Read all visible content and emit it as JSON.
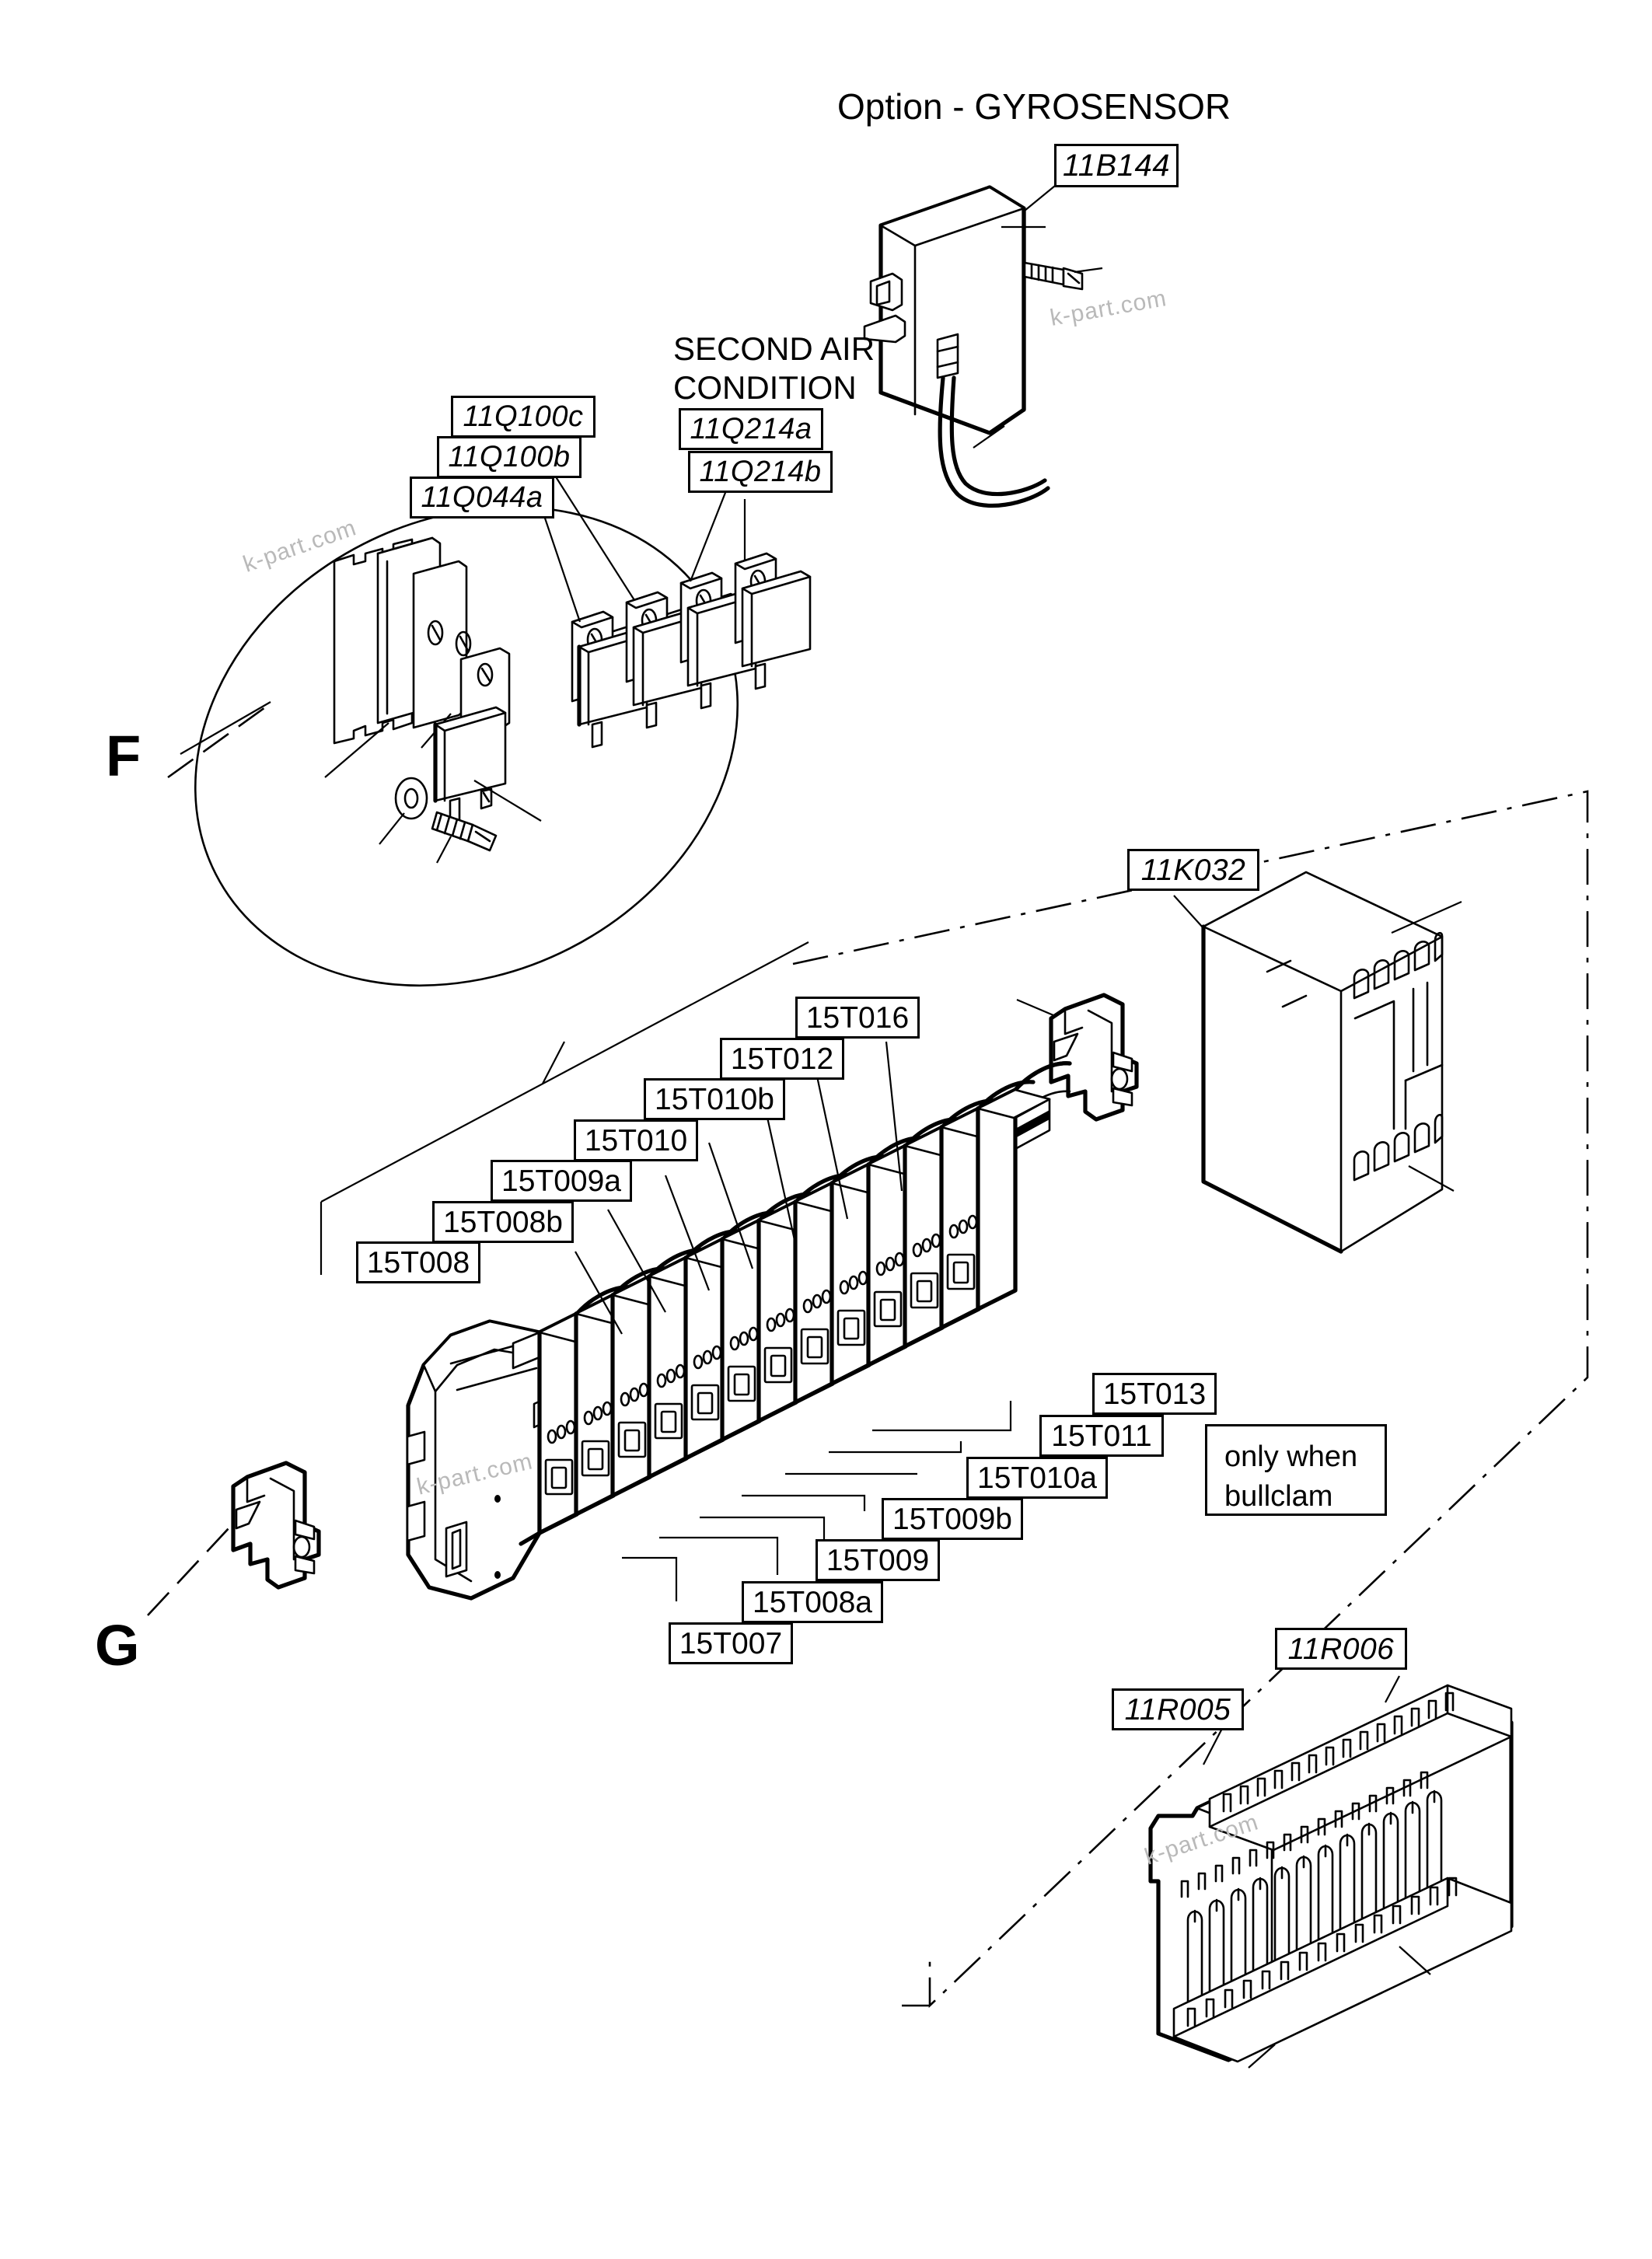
{
  "diagram": {
    "title": "Option - GYROSENSOR",
    "section_title_line1": "SECOND AIR",
    "section_title_line2": "CONDITION",
    "note_line1": "only when",
    "note_line2": "bullclam",
    "detail_marker_f": "F",
    "detail_marker_g": "G",
    "watermark": "k-part.com",
    "line_color": "#000000",
    "background": "#ffffff"
  },
  "callouts": {
    "gyrosensor": [
      {
        "id": "11B144",
        "style": "italic"
      }
    ],
    "second_air_condition": [
      {
        "id": "11Q100c",
        "style": "italic"
      },
      {
        "id": "11Q100b",
        "style": "italic"
      },
      {
        "id": "11Q044a",
        "style": "italic"
      },
      {
        "id": "11Q214a",
        "style": "italic"
      },
      {
        "id": "11Q214b",
        "style": "italic"
      }
    ],
    "terminal_block_upper": [
      {
        "id": "15T016",
        "style": "regular"
      },
      {
        "id": "15T012",
        "style": "regular"
      },
      {
        "id": "15T010b",
        "style": "regular"
      },
      {
        "id": "15T010",
        "style": "regular"
      },
      {
        "id": "15T009a",
        "style": "regular"
      },
      {
        "id": "15T008b",
        "style": "regular"
      },
      {
        "id": "15T008",
        "style": "regular"
      }
    ],
    "terminal_block_lower": [
      {
        "id": "15T013",
        "style": "regular"
      },
      {
        "id": "15T011",
        "style": "regular"
      },
      {
        "id": "15T010a",
        "style": "regular"
      },
      {
        "id": "15T009b",
        "style": "regular"
      },
      {
        "id": "15T009",
        "style": "regular"
      },
      {
        "id": "15T008a",
        "style": "regular"
      },
      {
        "id": "15T007",
        "style": "regular"
      }
    ],
    "relay_box": [
      {
        "id": "11K032",
        "style": "italic"
      }
    ],
    "connector": [
      {
        "id": "11R006",
        "style": "italic"
      },
      {
        "id": "11R005",
        "style": "italic"
      }
    ]
  }
}
